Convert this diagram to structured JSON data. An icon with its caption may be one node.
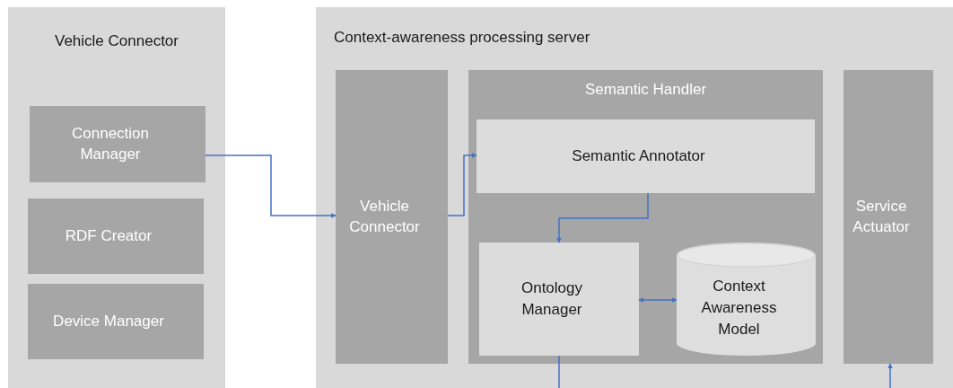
{
  "diagram": {
    "nodes": [
      {
        "text": [
          "Vehicle Connector"
        ]
      },
      {
        "text": [
          "Connection Manager"
        ],
        "in": 0
      },
      {
        "text": [
          "RDF Creator"
        ],
        "in": 0
      },
      {
        "text": [
          "Device Manager"
        ],
        "in": 0
      },
      {
        "text": [
          "Context-awareness processing server"
        ]
      },
      {
        "text": [
          "Vehicle Connector"
        ],
        "in": 4
      },
      {
        "text": [
          "Semantic Handler"
        ],
        "in": 4
      },
      {
        "text": [
          "Semantic Annotator"
        ],
        "in": 6
      },
      {
        "text": [
          "Ontology Manager"
        ],
        "in": 6
      },
      {
        "text": [
          "Context Awareness Model"
        ],
        "in": 6
      },
      {
        "text": [
          "Service Actuator"
        ],
        "in": 4
      }
    ],
    "edges": [
      {
        "from": 1,
        "to": 5,
        "arrow": "to"
      },
      {
        "from": 5,
        "to": 7,
        "arrow": "to"
      },
      {
        "from": 7,
        "to": 8,
        "arrow": "to"
      },
      {
        "from": 8,
        "to": 9,
        "arrow": "both"
      },
      {
        "from": 8,
        "to": null,
        "arrow": "none"
      },
      {
        "from": null,
        "to": 10,
        "arrow": "to"
      }
    ]
  }
}
